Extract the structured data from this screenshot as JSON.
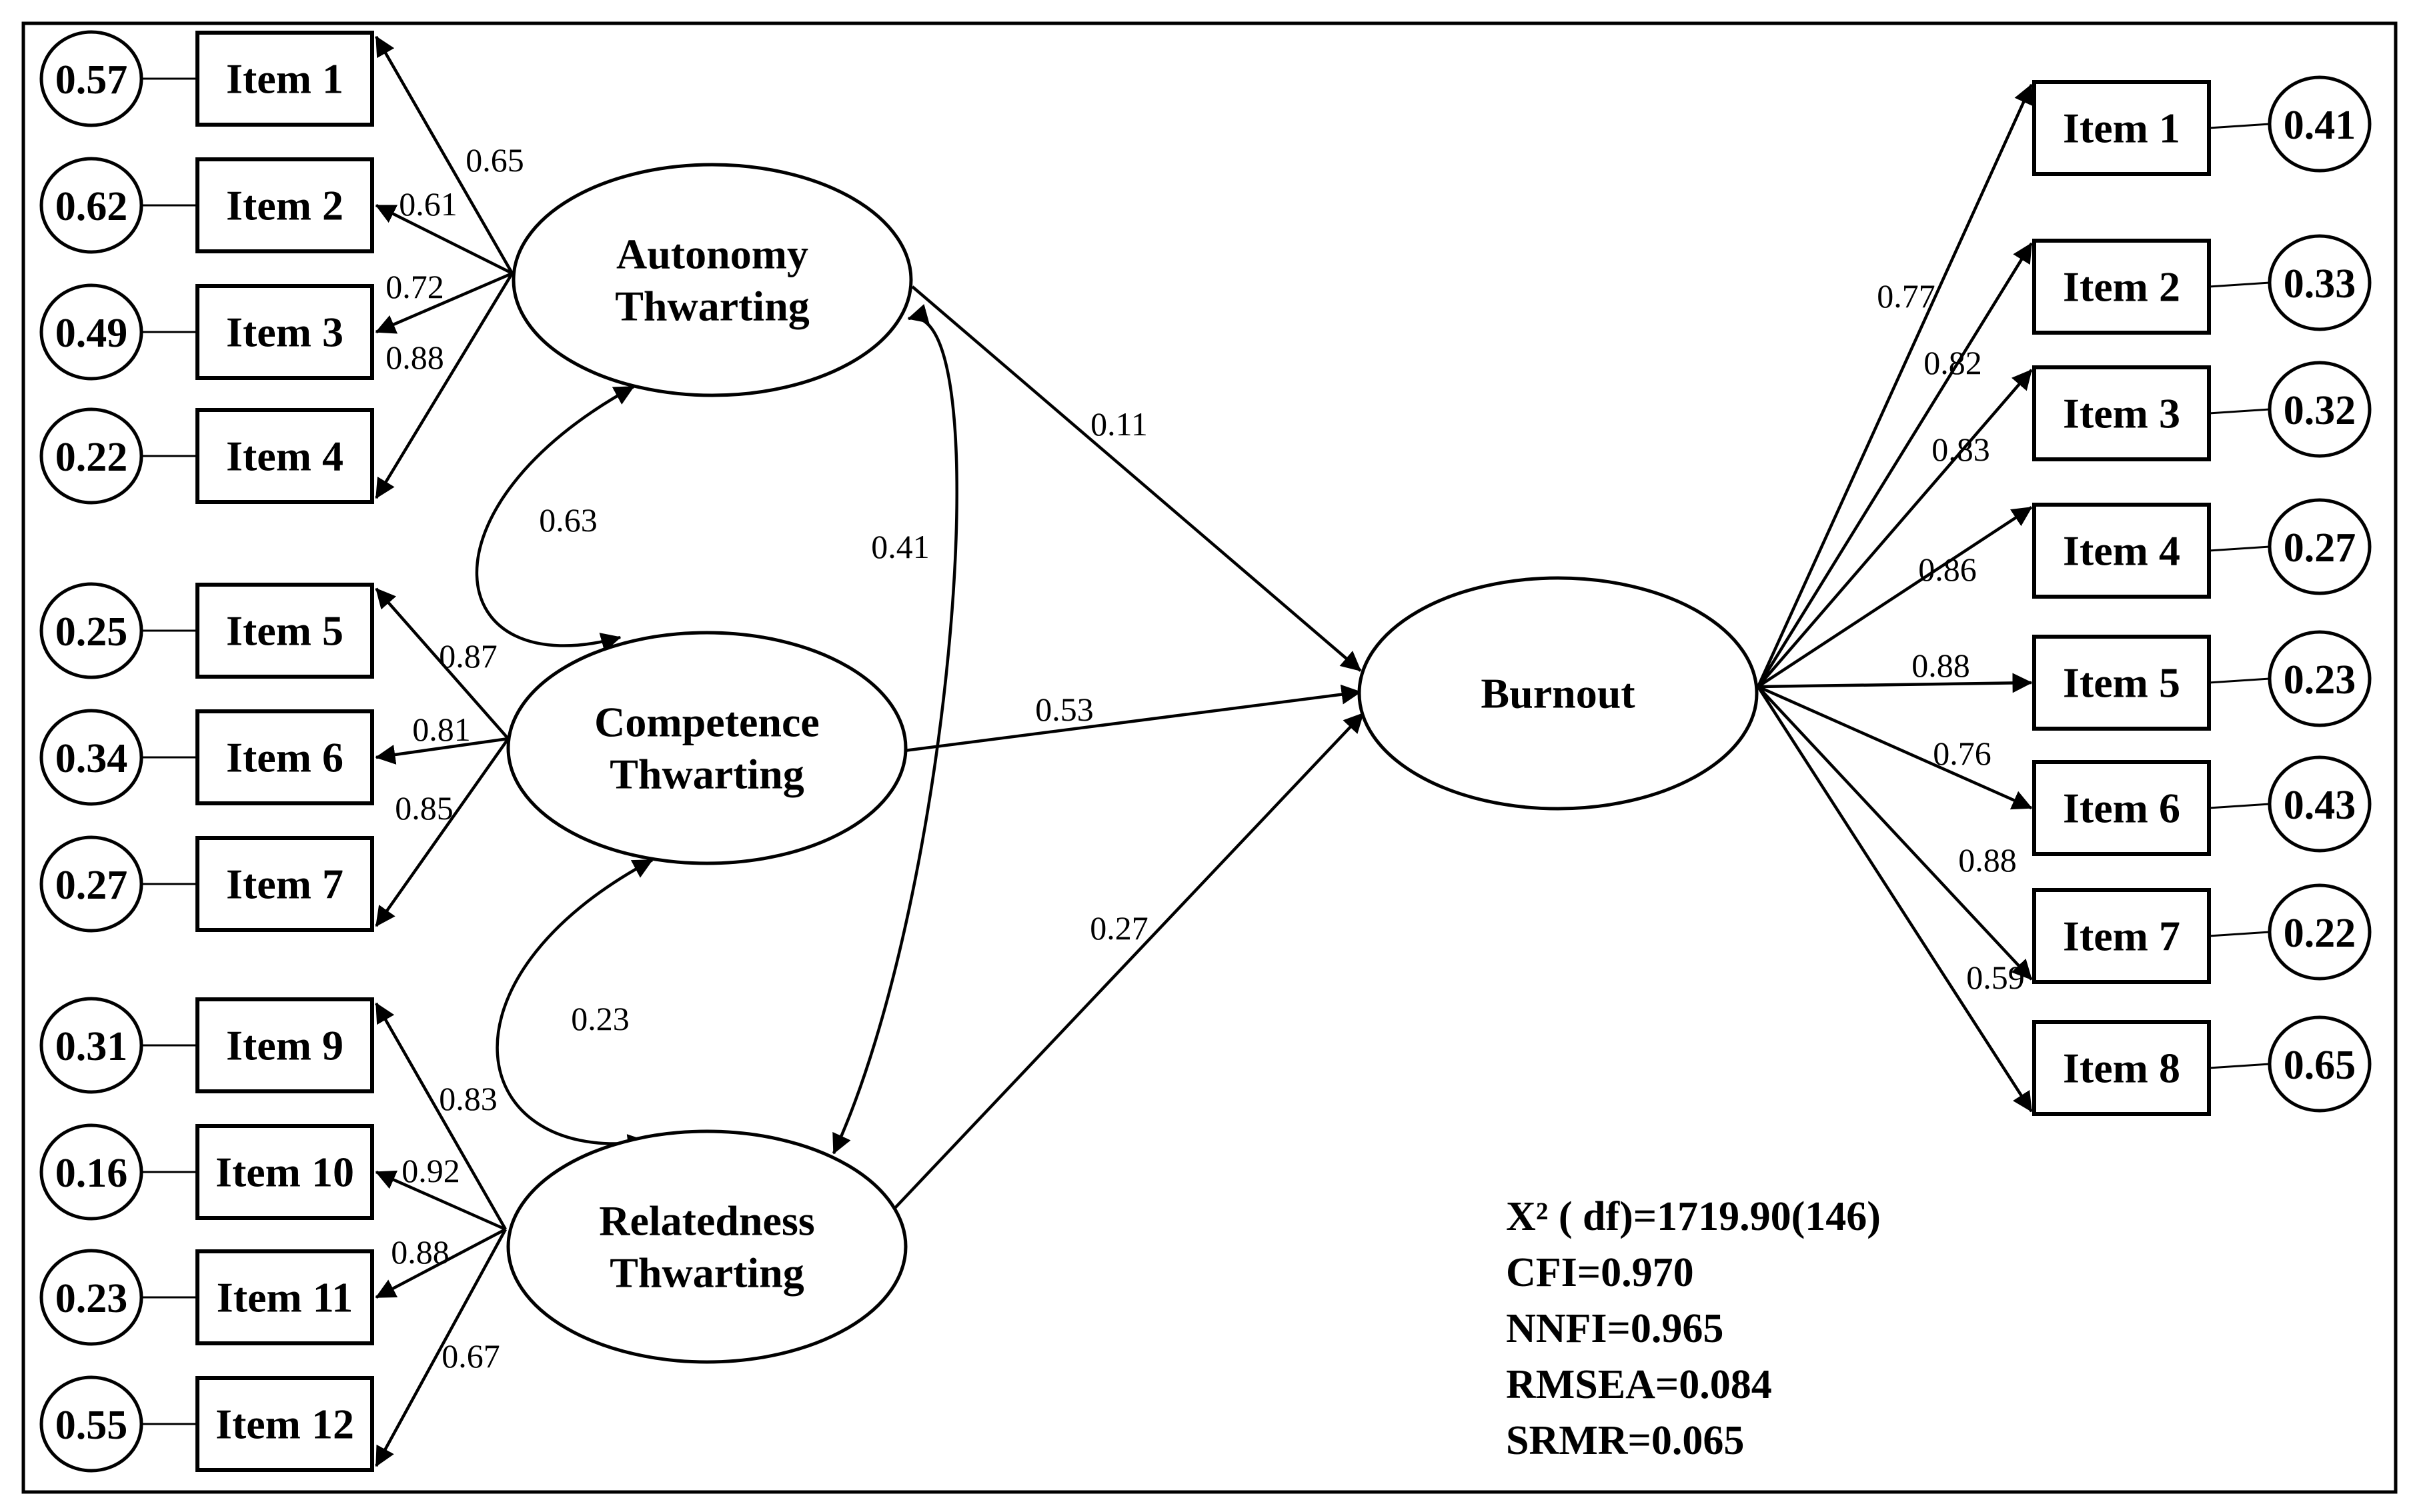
{
  "latents": {
    "autonomy": [
      "Autonomy",
      "Thwarting"
    ],
    "competence": [
      "Competence",
      "Thwarting"
    ],
    "relatedness": [
      "Relatedness",
      "Thwarting"
    ],
    "burnout": [
      "Burnout"
    ]
  },
  "left_indicators": [
    {
      "label": "Item 1",
      "error": "0.57",
      "loading": "0.65",
      "factor": "autonomy"
    },
    {
      "label": "Item 2",
      "error": "0.62",
      "loading": "0.61",
      "factor": "autonomy"
    },
    {
      "label": "Item 3",
      "error": "0.49",
      "loading": "0.72",
      "factor": "autonomy"
    },
    {
      "label": "Item 4",
      "error": "0.22",
      "loading": "0.88",
      "factor": "autonomy"
    },
    {
      "label": "Item 5",
      "error": "0.25",
      "loading": "0.87",
      "factor": "competence"
    },
    {
      "label": "Item 6",
      "error": "0.34",
      "loading": "0.81",
      "factor": "competence"
    },
    {
      "label": "Item 7",
      "error": "0.27",
      "loading": "0.85",
      "factor": "competence"
    },
    {
      "label": "Item 9",
      "error": "0.31",
      "loading": "0.83",
      "factor": "relatedness"
    },
    {
      "label": "Item 10",
      "error": "0.16",
      "loading": "0.92",
      "factor": "relatedness"
    },
    {
      "label": "Item 11",
      "error": "0.23",
      "loading": "0.88",
      "factor": "relatedness"
    },
    {
      "label": "Item 12",
      "error": "0.55",
      "loading": "0.67",
      "factor": "relatedness"
    }
  ],
  "right_indicators": [
    {
      "label": "Item 1",
      "error": "0.41",
      "loading": "0.77"
    },
    {
      "label": "Item 2",
      "error": "0.33",
      "loading": "0.82"
    },
    {
      "label": "Item 3",
      "error": "0.32",
      "loading": "0.83"
    },
    {
      "label": "Item 4",
      "error": "0.27",
      "loading": "0.86"
    },
    {
      "label": "Item 5",
      "error": "0.23",
      "loading": "0.88"
    },
    {
      "label": "Item 6",
      "error": "0.43",
      "loading": "0.76"
    },
    {
      "label": "Item 7",
      "error": "0.22",
      "loading": "0.88"
    },
    {
      "label": "Item 8",
      "error": "0.65",
      "loading": "0.59"
    }
  ],
  "structural_paths": [
    {
      "from": "autonomy",
      "to": "burnout",
      "value": "0.11"
    },
    {
      "from": "competence",
      "to": "burnout",
      "value": "0.53"
    },
    {
      "from": "relatedness",
      "to": "burnout",
      "value": "0.27"
    }
  ],
  "correlations": [
    {
      "between": [
        "autonomy",
        "competence"
      ],
      "value": "0.63"
    },
    {
      "between": [
        "autonomy",
        "relatedness"
      ],
      "value": "0.41"
    },
    {
      "between": [
        "competence",
        "relatedness"
      ],
      "value": "0.23"
    }
  ],
  "fit_indices": [
    "X² ( df)=1719.90(146)",
    "CFI=0.970",
    "NNFI=0.965",
    "RMSEA=0.084",
    "SRMR=0.065"
  ]
}
